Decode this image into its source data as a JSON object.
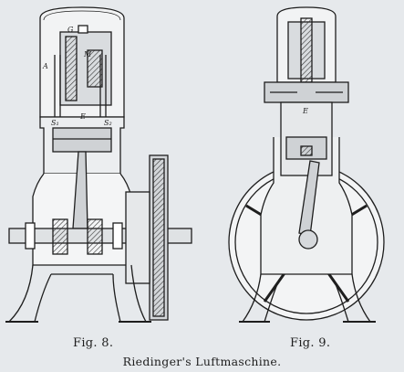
{
  "figures": [
    {
      "caption": "Fig. 8.",
      "labels": {
        "g": "G",
        "a": "A",
        "m": "M",
        "e": "E",
        "s1": "S₁",
        "s2": "S₂"
      }
    },
    {
      "caption": "Fig. 9.",
      "labels": {
        "e": "E"
      }
    }
  ],
  "title": "Riedinger's Luftmaschine."
}
